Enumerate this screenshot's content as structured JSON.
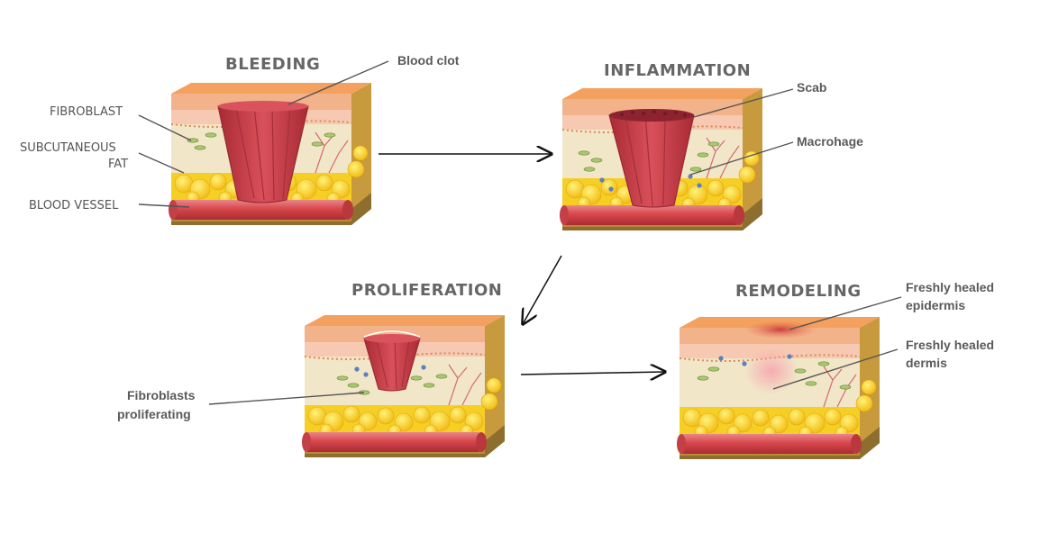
{
  "stages": {
    "bleeding": "BLEEDING",
    "inflammation": "INFLAMMATION",
    "proliferation": "PROLIFERATION",
    "remodeling": "REMODELING"
  },
  "labels": {
    "fibroblast": "FIBROBLAST",
    "subcutaneous_1": "SUBCUTANEOUS",
    "subcutaneous_2": "FAT",
    "blood_vessel": "BLOOD VESSEL",
    "blood_clot": "Blood clot",
    "scab": "Scab",
    "macrophage": "Macrohage",
    "fibroblasts_1": "Fibroblasts",
    "fibroblasts_2": "proliferating",
    "epidermis_1": "Freshly healed",
    "epidermis_2": "epidermis",
    "dermis_1": "Freshly healed",
    "dermis_2": "dermis"
  },
  "colors": {
    "skin_top": "#f4a15f",
    "epidermis": "#f7c9b2",
    "dermis": "#f1e6c8",
    "fat": "#f6cf25",
    "vessel": "#d8484c",
    "clot": "#c93c45",
    "side_dark": "#8e6e2e",
    "text": "#5a5a5a"
  }
}
